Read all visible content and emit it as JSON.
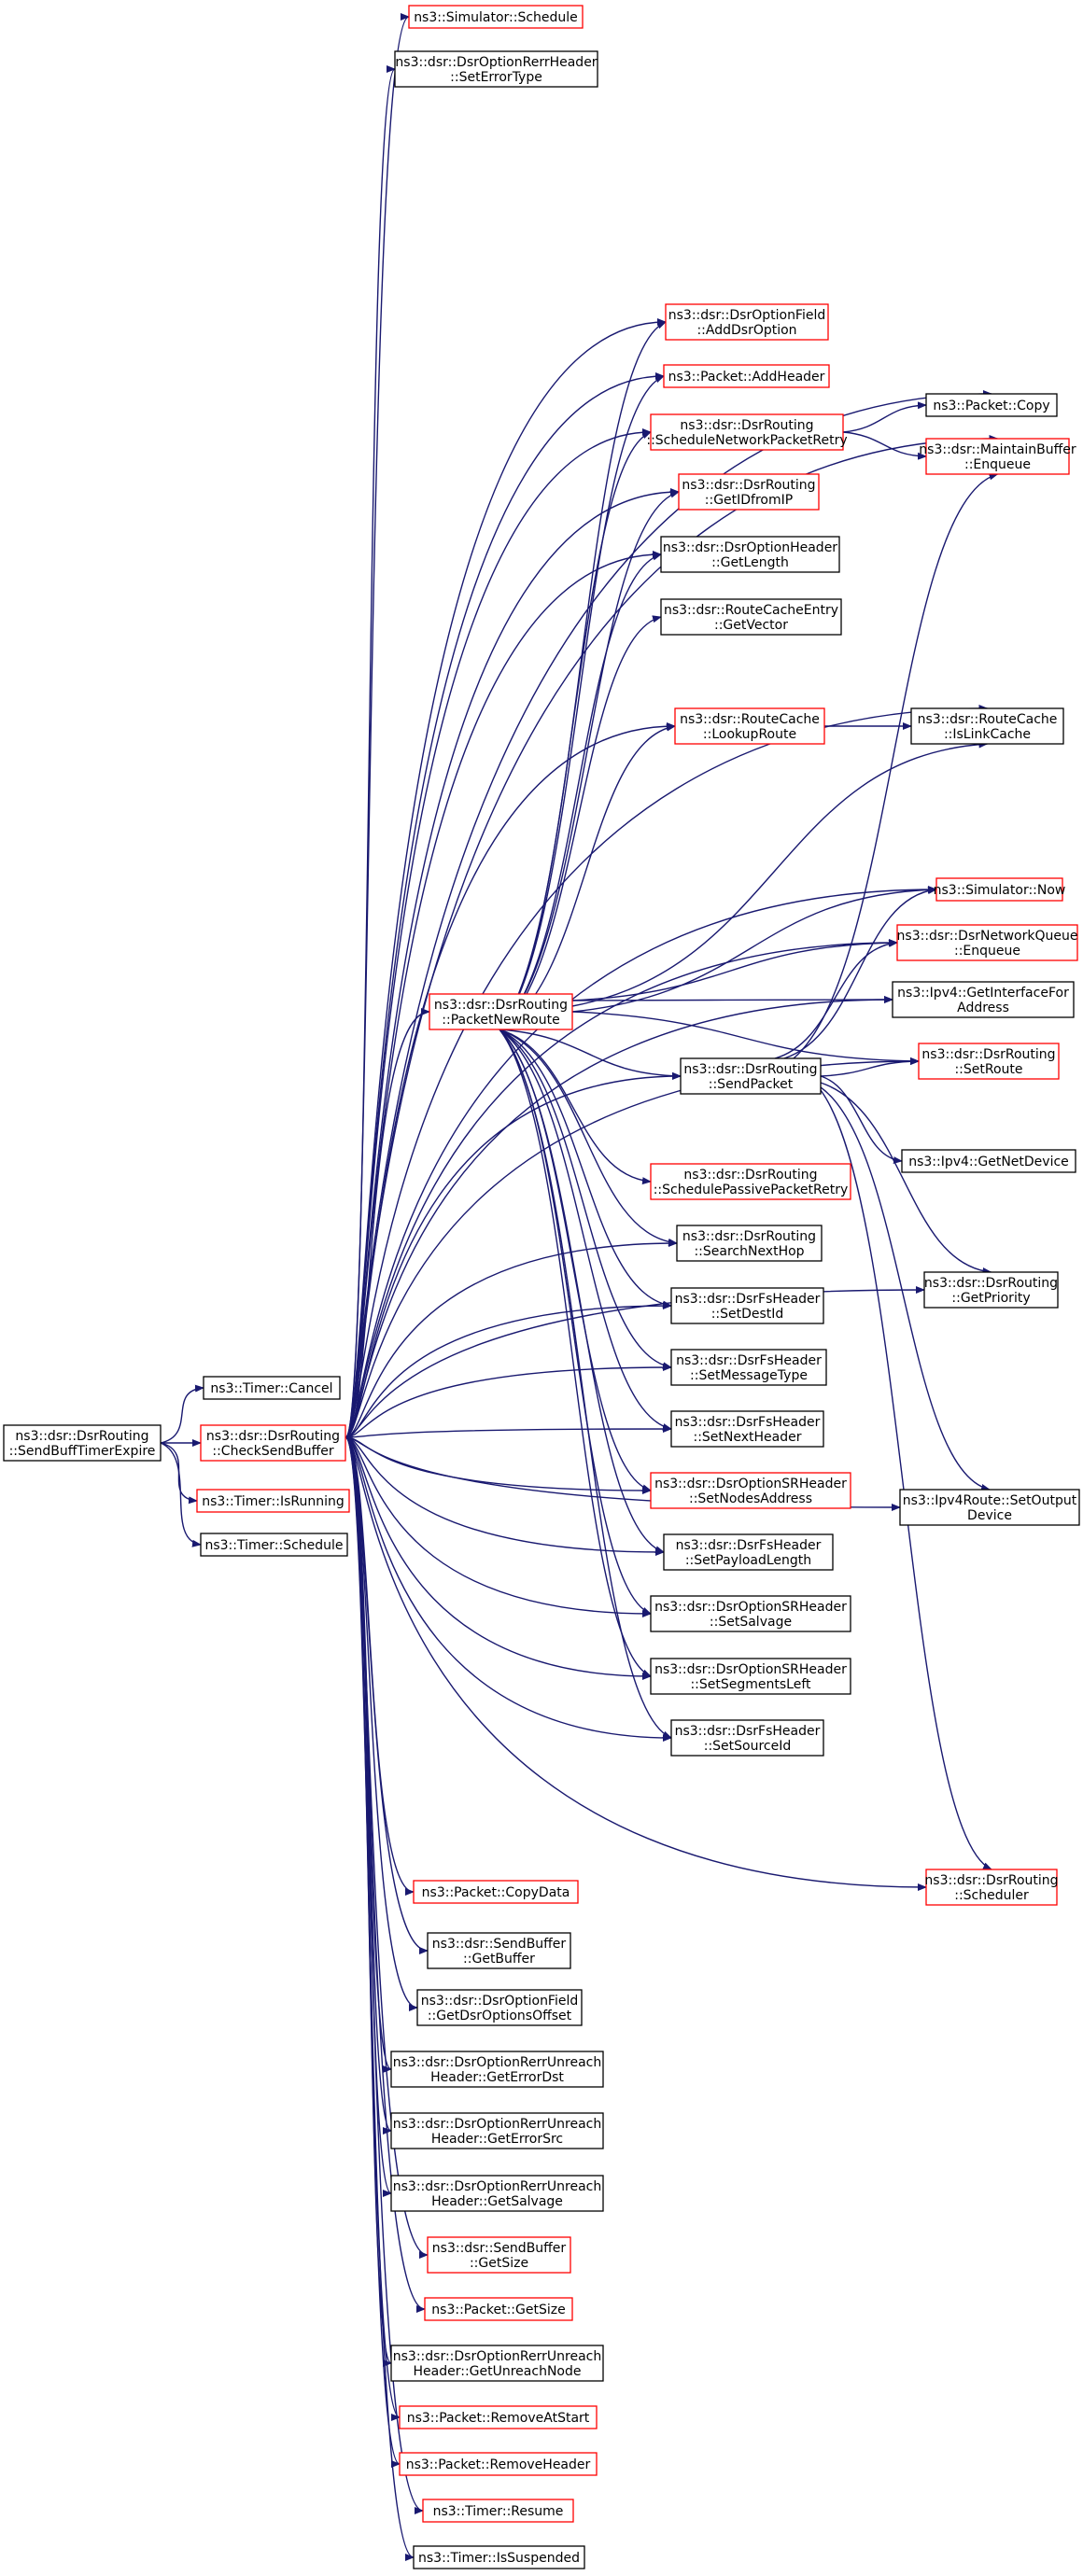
{
  "colors": {
    "edge": "#191970",
    "border_linked": "#000000",
    "border_incomplete": "#ff0000",
    "root_fill": "#bfbfbf",
    "background": "#ffffff"
  },
  "nodes": {
    "sendbufftimerexpire": {
      "label": [
        "ns3::dsr::DsrRouting",
        "::SendBuffTimerExpire"
      ]
    },
    "timer_cancel": {
      "label": [
        "ns3::Timer::Cancel"
      ]
    },
    "checksendbuffer": {
      "label": [
        "ns3::dsr::DsrRouting",
        "::CheckSendBuffer"
      ]
    },
    "timer_isrunning": {
      "label": [
        "ns3::Timer::IsRunning"
      ]
    },
    "timer_schedule": {
      "label": [
        "ns3::Timer::Schedule"
      ]
    },
    "simulator_schedule": {
      "label": [
        "ns3::Simulator::Schedule"
      ]
    },
    "rerr_seterrortype": {
      "label": [
        "ns3::dsr::DsrOptionRerrHeader",
        "::SetErrorType"
      ]
    },
    "adddsroption": {
      "label": [
        "ns3::dsr::DsrOptionField",
        "::AddDsrOption"
      ]
    },
    "packet_addheader": {
      "label": [
        "ns3::Packet::AddHeader"
      ]
    },
    "schedulenetworkpacketretry": {
      "label": [
        "ns3::dsr::DsrRouting",
        "::ScheduleNetworkPacketRetry"
      ]
    },
    "getidfromip": {
      "label": [
        "ns3::dsr::DsrRouting",
        "::GetIDfromIP"
      ]
    },
    "optionheader_getlength": {
      "label": [
        "ns3::dsr::DsrOptionHeader",
        "::GetLength"
      ]
    },
    "routecacheentry_getvector": {
      "label": [
        "ns3::dsr::RouteCacheEntry",
        "::GetVector"
      ]
    },
    "routecache_lookuproute": {
      "label": [
        "ns3::dsr::RouteCache",
        "::LookupRoute"
      ]
    },
    "packetnewroute": {
      "label": [
        "ns3::dsr::DsrRouting",
        "::PacketNewRoute"
      ]
    },
    "sendpacket": {
      "label": [
        "ns3::dsr::DsrRouting",
        "::SendPacket"
      ]
    },
    "schedulepassivepacketretry": {
      "label": [
        "ns3::dsr::DsrRouting",
        "::SchedulePassivePacketRetry"
      ]
    },
    "searchnexthop": {
      "label": [
        "ns3::dsr::DsrRouting",
        "::SearchNextHop"
      ]
    },
    "setdestid": {
      "label": [
        "ns3::dsr::DsrFsHeader",
        "::SetDestId"
      ]
    },
    "setmessagetype": {
      "label": [
        "ns3::dsr::DsrFsHeader",
        "::SetMessageType"
      ]
    },
    "setnextheader": {
      "label": [
        "ns3::dsr::DsrFsHeader",
        "::SetNextHeader"
      ]
    },
    "setnodesaddress": {
      "label": [
        "ns3::dsr::DsrOptionSRHeader",
        "::SetNodesAddress"
      ]
    },
    "setpayloadlength": {
      "label": [
        "ns3::dsr::DsrFsHeader",
        "::SetPayloadLength"
      ]
    },
    "setsalvage": {
      "label": [
        "ns3::dsr::DsrOptionSRHeader",
        "::SetSalvage"
      ]
    },
    "setsegmentsleft": {
      "label": [
        "ns3::dsr::DsrOptionSRHeader",
        "::SetSegmentsLeft"
      ]
    },
    "setsourceid": {
      "label": [
        "ns3::dsr::DsrFsHeader",
        "::SetSourceId"
      ]
    },
    "packet_copydata": {
      "label": [
        "ns3::Packet::CopyData"
      ]
    },
    "sendbuffer_getbuffer": {
      "label": [
        "ns3::dsr::SendBuffer",
        "::GetBuffer"
      ]
    },
    "getdsroptionsoffset": {
      "label": [
        "ns3::dsr::DsrOptionField",
        "::GetDsrOptionsOffset"
      ]
    },
    "geterrordst": {
      "label": [
        "ns3::dsr::DsrOptionRerrUnreach",
        "Header::GetErrorDst"
      ]
    },
    "geterrorsrc": {
      "label": [
        "ns3::dsr::DsrOptionRerrUnreach",
        "Header::GetErrorSrc"
      ]
    },
    "getsalvage": {
      "label": [
        "ns3::dsr::DsrOptionRerrUnreach",
        "Header::GetSalvage"
      ]
    },
    "sendbuffer_getsize": {
      "label": [
        "ns3::dsr::SendBuffer",
        "::GetSize"
      ]
    },
    "packet_getsize": {
      "label": [
        "ns3::Packet::GetSize"
      ]
    },
    "getunreachnode": {
      "label": [
        "ns3::dsr::DsrOptionRerrUnreach",
        "Header::GetUnreachNode"
      ]
    },
    "removeatstart": {
      "label": [
        "ns3::Packet::RemoveAtStart"
      ]
    },
    "removeheader": {
      "label": [
        "ns3::Packet::RemoveHeader"
      ]
    },
    "timer_resume": {
      "label": [
        "ns3::Timer::Resume"
      ]
    },
    "timer_issuspended": {
      "label": [
        "ns3::Timer::IsSuspended"
      ]
    },
    "packet_copy": {
      "label": [
        "ns3::Packet::Copy"
      ]
    },
    "maintainbuffer_enqueue": {
      "label": [
        "ns3::dsr::MaintainBuffer",
        "::Enqueue"
      ]
    },
    "routecache_islinkcache": {
      "label": [
        "ns3::dsr::RouteCache",
        "::IsLinkCache"
      ]
    },
    "simulator_now": {
      "label": [
        "ns3::Simulator::Now"
      ]
    },
    "networkqueue_enqueue": {
      "label": [
        "ns3::dsr::DsrNetworkQueue",
        "::Enqueue"
      ]
    },
    "getinterfaceforaddress": {
      "label": [
        "ns3::Ipv4::GetInterfaceFor",
        "Address"
      ]
    },
    "setroute": {
      "label": [
        "ns3::dsr::DsrRouting",
        "::SetRoute"
      ]
    },
    "getnetdevice": {
      "label": [
        "ns3::Ipv4::GetNetDevice"
      ]
    },
    "getpriority": {
      "label": [
        "ns3::dsr::DsrRouting",
        "::GetPriority"
      ]
    },
    "setoutputdevice": {
      "label": [
        "ns3::Ipv4Route::SetOutput",
        "Device"
      ]
    },
    "scheduler": {
      "label": [
        "ns3::dsr::DsrRouting",
        "::Scheduler"
      ]
    }
  }
}
